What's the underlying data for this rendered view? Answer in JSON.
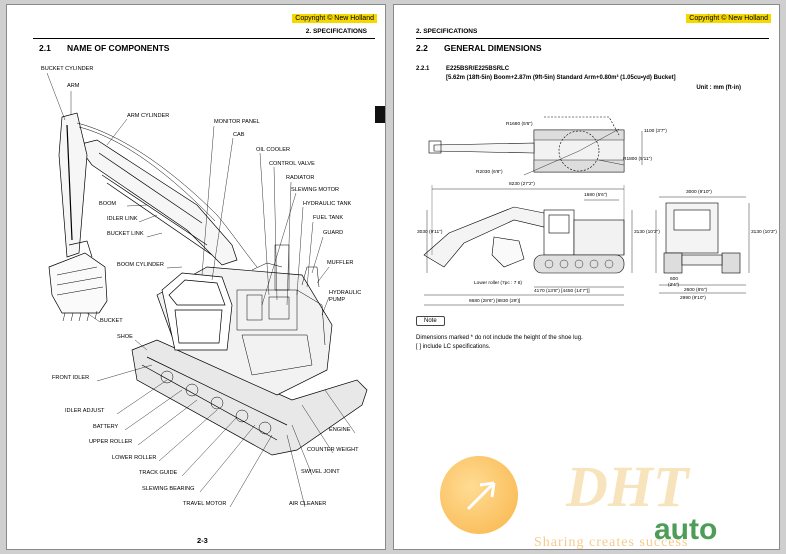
{
  "left_page": {
    "copyright": "Copyright © New Holland",
    "header": "2. SPECIFICATIONS",
    "section_number": "2.1",
    "section_title": "NAME OF COMPONENTS",
    "page_number": "2-3",
    "labels": {
      "bucket_cylinder": "BUCKET CYLINDER",
      "arm": "ARM",
      "arm_cylinder": "ARM CYLINDER",
      "monitor_panel": "MONITOR PANEL",
      "cab": "CAB",
      "oil_cooler": "OIL COOLER",
      "control_valve": "CONTROL VALVE",
      "radiator": "RADIATOR",
      "slewing_motor": "SLEWING MOTOR",
      "hydraulic_tank": "HYDRAULIC TANK",
      "fuel_tank": "FUEL TANK",
      "guard": "GUARD",
      "boom": "BOOM",
      "idler_link": "IDLER LINK",
      "bucket_link": "BUCKET LINK",
      "boom_cylinder": "BOOM CYLINDER",
      "muffler": "MUFFLER",
      "hydraulic": "HYDRAULIC",
      "pump": "PUMP",
      "bucket": "BUCKET",
      "shoe": "SHOE",
      "front_idler": "FRONT IDLER",
      "idler_adjust": "IDLER ADJUST",
      "battery": "BATTERY",
      "upper_roller": "UPPER ROLLER",
      "lower_roller": "LOWER ROLLER",
      "track_guide": "TRACK GUIDE",
      "slewing_bearing": "SLEWING BEARING",
      "travel_motor": "TRAVEL MOTOR",
      "air_cleaner": "AIR CLEANER",
      "swivel_joint": "SWIVEL JOINT",
      "counter_weight": "COUNTER WEIGHT",
      "engine": "ENGINE"
    }
  },
  "right_page": {
    "copyright": "Copyright © New Holland",
    "header": "2. SPECIFICATIONS",
    "section_number": "2.2",
    "section_title": "GENERAL DIMENSIONS",
    "sub_number": "2.2.1",
    "model": "E225BSR/E225BSRLC",
    "config": "[5.62m (18ft-5in) Boom+2.87m (9ft-5in) Standard Arm+0.80m³ (1.05cu•yd) Bucket]",
    "unit": "Unit : mm (ft-in)",
    "dims": {
      "r1": "R1680 (5'6\")",
      "r2": "R2030 (6'8\")",
      "r3": "R1800 (5'11\")",
      "h1": "1100 (3'7\")",
      "top_len": "8230 (27'2\")",
      "w1": "1680 (5'6\")",
      "w2": "3000 (9'10\")",
      "h_total": "3030 (9'11\")",
      "h2": "3130 (10'3\")",
      "h3": "3130 (10'3\")",
      "lower_roller": "Lower roller (7pc : 7 8)",
      "track_len": "4170 (13'8\") [4450 (14'7\")]",
      "total_len": "8680 (28'6\") [8830 (29')]",
      "gauge": "2600 (8'6\")",
      "track_w": "2990 (9'10\")",
      "shoe_w": "600",
      "clear": "(2'4\")"
    },
    "note_label": "Note",
    "notes": [
      "Dimensions marked * do not include the height of the shoe lug.",
      "[ ] include LC specifications."
    ]
  },
  "watermark": {
    "big_letters": "DHT",
    "brand": "auto",
    "slogan": "Sharing creates success"
  }
}
